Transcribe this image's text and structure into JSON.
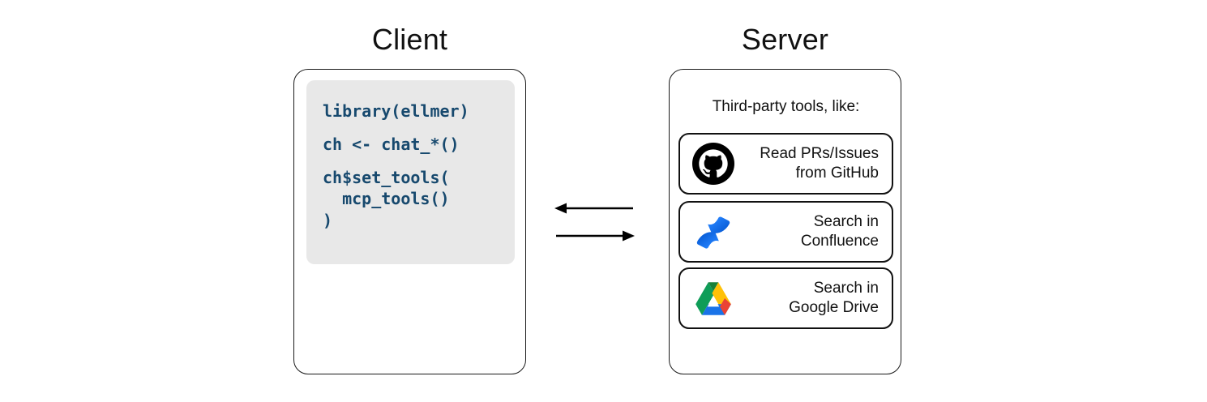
{
  "diagram": {
    "client": {
      "title": "Client",
      "code": {
        "lines": [
          "library(ellmer)",
          "ch <- chat_*()",
          "ch$set_tools(",
          "  mcp_tools()",
          ")"
        ],
        "language": "r",
        "text_color": "#17496e",
        "background": "#e8e8e8"
      }
    },
    "server": {
      "title": "Server",
      "caption": "Third-party tools, like:",
      "tools": [
        {
          "icon": "github-icon",
          "label": "Read PRs/Issues\nfrom GitHub",
          "color": "#000000"
        },
        {
          "icon": "confluence-icon",
          "label": "Search in\nConfluence",
          "color": "#2684FF"
        },
        {
          "icon": "google-drive-icon",
          "label": "Search in\nGoogle Drive",
          "color": "#0F9D58"
        }
      ]
    },
    "connections": [
      {
        "name": "server-to-client-arrow",
        "direction": "left"
      },
      {
        "name": "client-to-server-arrow",
        "direction": "right"
      }
    ],
    "colors": {
      "panel_border": "#1a1a1a",
      "card_border": "#111111",
      "background": "#ffffff"
    }
  }
}
